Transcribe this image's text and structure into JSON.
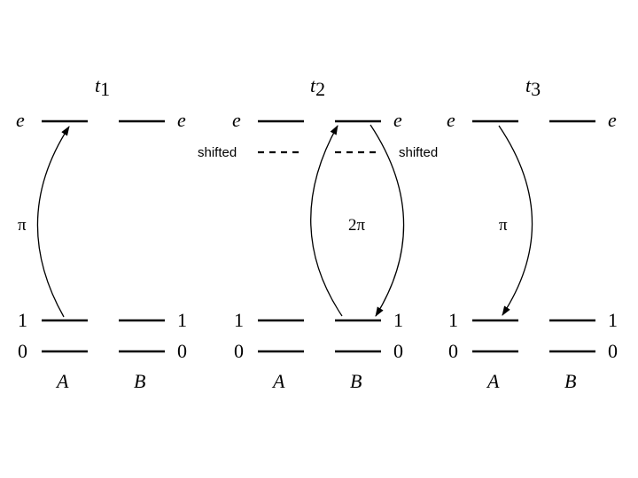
{
  "time_labels": {
    "t1": "t",
    "t1_sub": "1",
    "t2": "t",
    "t2_sub": "2",
    "t3": "t",
    "t3_sub": "3"
  },
  "level_labels": {
    "excited": "e",
    "one": "1",
    "zero": "0"
  },
  "atom_labels": {
    "a": "A",
    "b": "B"
  },
  "shifted_label": "shifted",
  "pulse_labels": {
    "pi": "π",
    "two_pi": "2π"
  }
}
